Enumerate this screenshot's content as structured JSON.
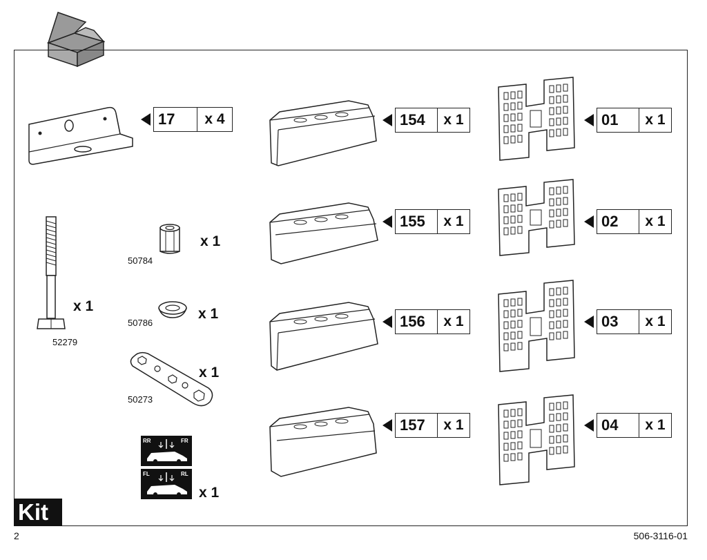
{
  "section_label": "Kit",
  "page_number": "2",
  "document_number": "506-3116-01",
  "tagged_parts": [
    {
      "code": "17",
      "qty": "x 4"
    },
    {
      "code": "154",
      "qty": "x 1"
    },
    {
      "code": "155",
      "qty": "x 1"
    },
    {
      "code": "156",
      "qty": "x 1"
    },
    {
      "code": "157",
      "qty": "x 1"
    },
    {
      "code": "01",
      "qty": "x 1"
    },
    {
      "code": "02",
      "qty": "x 1"
    },
    {
      "code": "03",
      "qty": "x 1"
    },
    {
      "code": "04",
      "qty": "x 1"
    }
  ],
  "loose_parts": [
    {
      "part_number": "52279",
      "qty": "x 1"
    },
    {
      "part_number": "50784",
      "qty": "x 1"
    },
    {
      "part_number": "50786",
      "qty": "x 1"
    },
    {
      "part_number": "50273",
      "qty": "x 1"
    },
    {
      "part_number": "",
      "qty": "x 1"
    }
  ],
  "sticker_labels": {
    "rr": "RR",
    "fr": "FR",
    "fl": "FL",
    "rl": "RL"
  }
}
